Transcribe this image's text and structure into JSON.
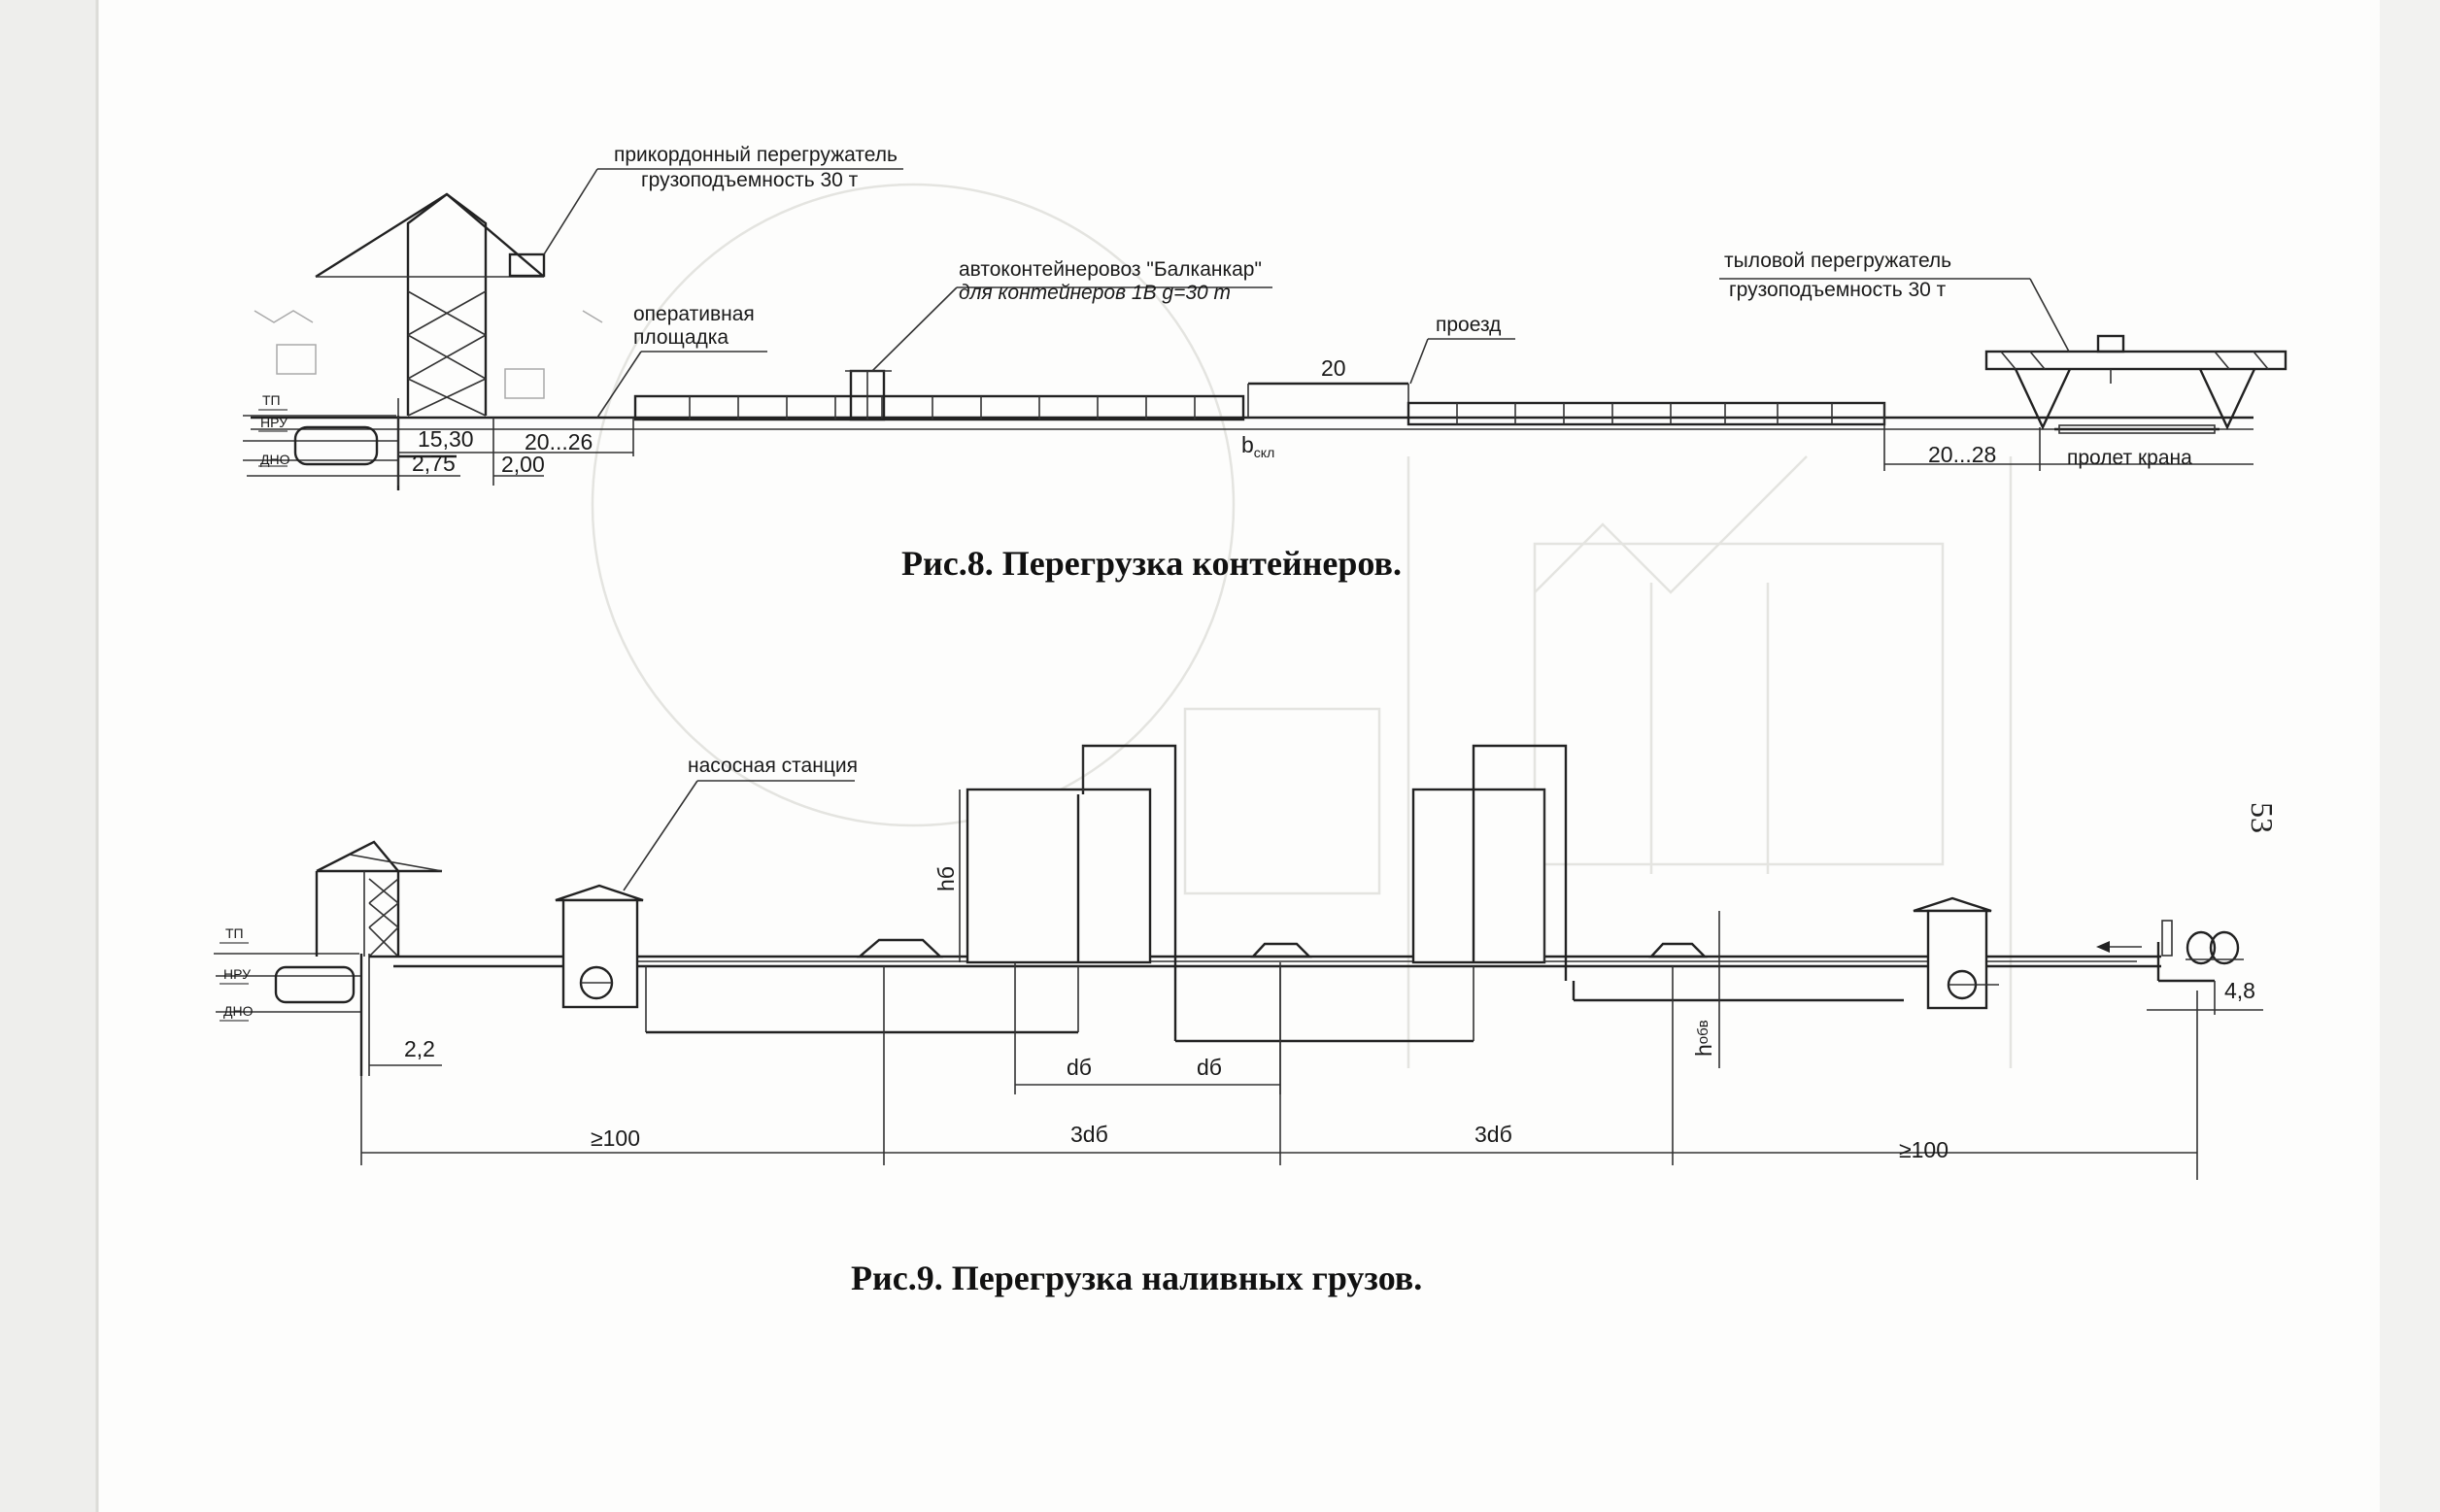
{
  "page_number": "53",
  "figure8": {
    "caption": "Рис.8. Перегрузка контейнеров.",
    "labels": {
      "quay_crane_line1": "прикордонный перегружатель",
      "quay_crane_line2": "грузоподъемность 30 т",
      "op_area_line1": "оперативная",
      "op_area_line2": "площадка",
      "carrier_line1": "автоконтейнеровоз \"Балканкар\"",
      "carrier_line2": "для контейнеров 1В g=30 т",
      "passage": "проезд",
      "rear_crane_line1": "тыловой перегружатель",
      "rear_crane_line2": "грузоподъемность 30 т",
      "level_tp": "ТП",
      "level_nru": "НРУ",
      "level_dno": "ДНО"
    },
    "dimensions": {
      "d_15_30": "15,30",
      "d_20_26": "20...26",
      "d_2_75": "2,75",
      "d_2_00": "2,00",
      "d_20": "20",
      "b_main": "b",
      "b_sub": "скл",
      "d_20_28": "20...28",
      "crane_span": "пролет крана"
    }
  },
  "figure9": {
    "caption": "Рис.9. Перегрузка наливных грузов.",
    "labels": {
      "pump_station": "насосная станция",
      "level_tp": "ТП",
      "level_nru": "НРУ",
      "level_dno": "ДНО"
    },
    "dimensions": {
      "d_2_2": "2,2",
      "d_ge100_left": "≥100",
      "d_3db_left": "3dб",
      "d_3db_right": "3dб",
      "d_ge100_right": "≥100",
      "db_left": "dб",
      "db_right": "dб",
      "hb": "hб",
      "h_main": "h",
      "h_sub": "обв",
      "d_4_8": "4,8"
    }
  }
}
